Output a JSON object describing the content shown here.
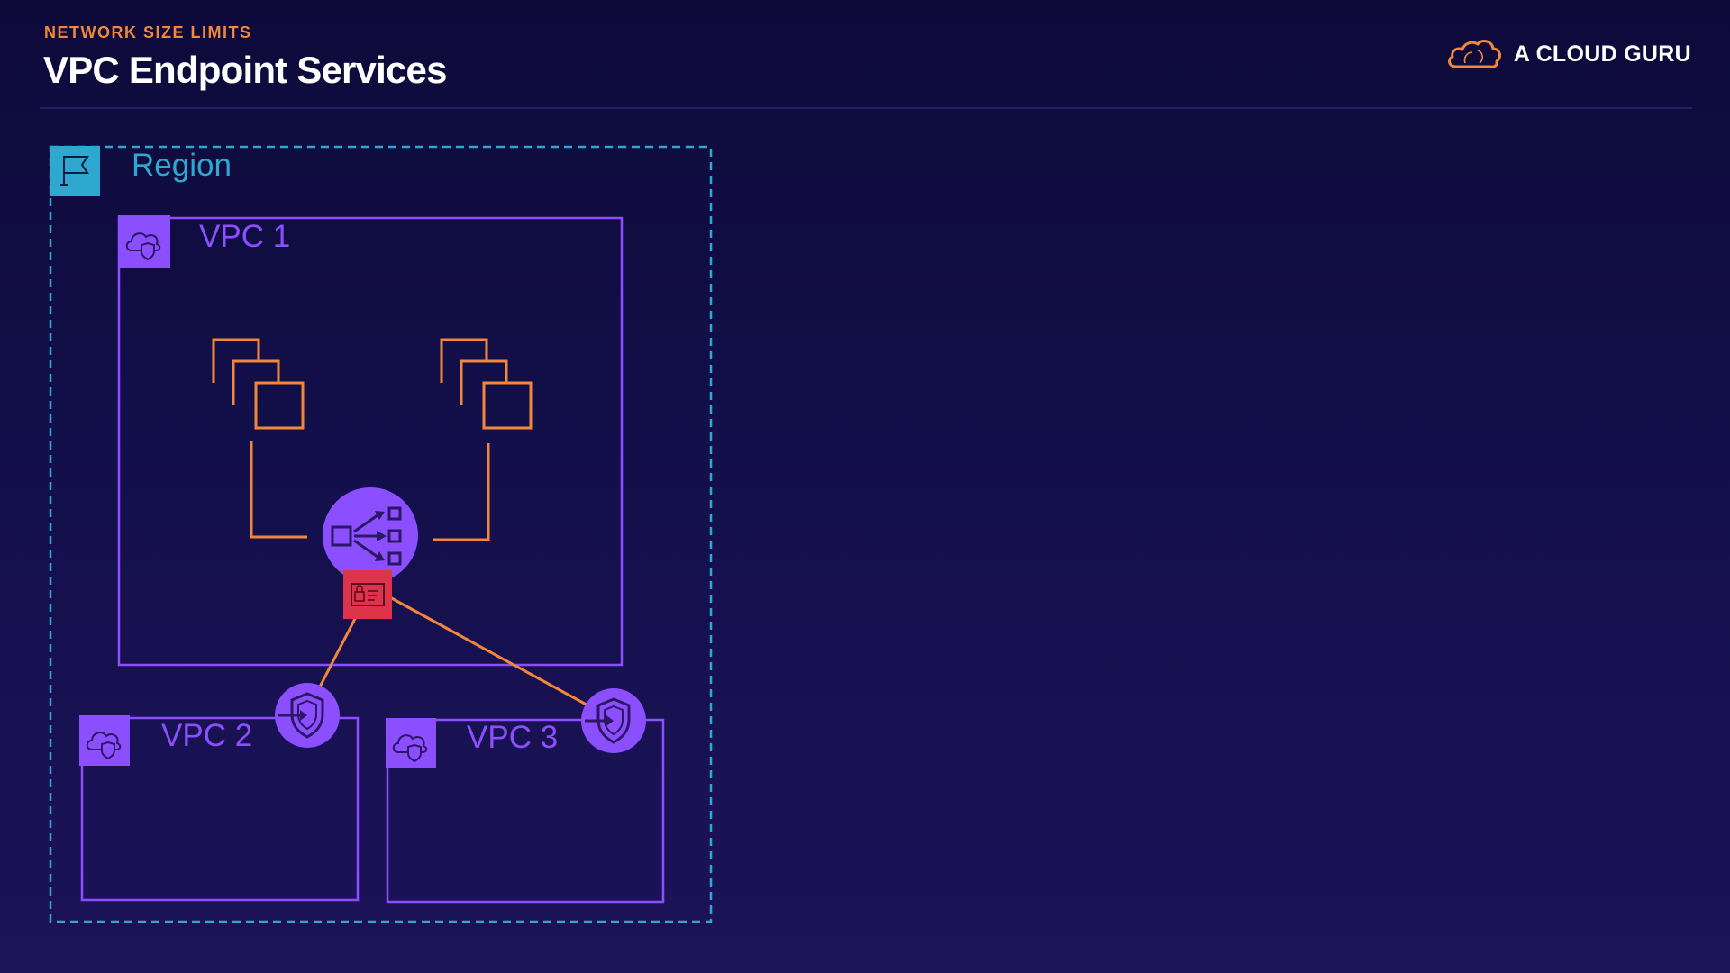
{
  "header": {
    "eyebrow": "NETWORK SIZE LIMITS",
    "title": "VPC Endpoint Services",
    "brand": "A CLOUD GURU"
  },
  "diagram": {
    "region_label": "Region",
    "vpcs": [
      {
        "label": "VPC 1"
      },
      {
        "label": "VPC 2"
      },
      {
        "label": "VPC 3"
      }
    ],
    "icons": [
      "region-flag-icon",
      "vpc-icon",
      "instances-icon",
      "network-load-balancer-icon",
      "endpoint-service-icon",
      "interface-endpoint-icon",
      "cloud-logo-icon"
    ],
    "colors": {
      "region": "#2fa8cf",
      "vpc": "#8c4fff",
      "connector": "#f2873a",
      "endpoint_service": "#dd344c"
    }
  }
}
